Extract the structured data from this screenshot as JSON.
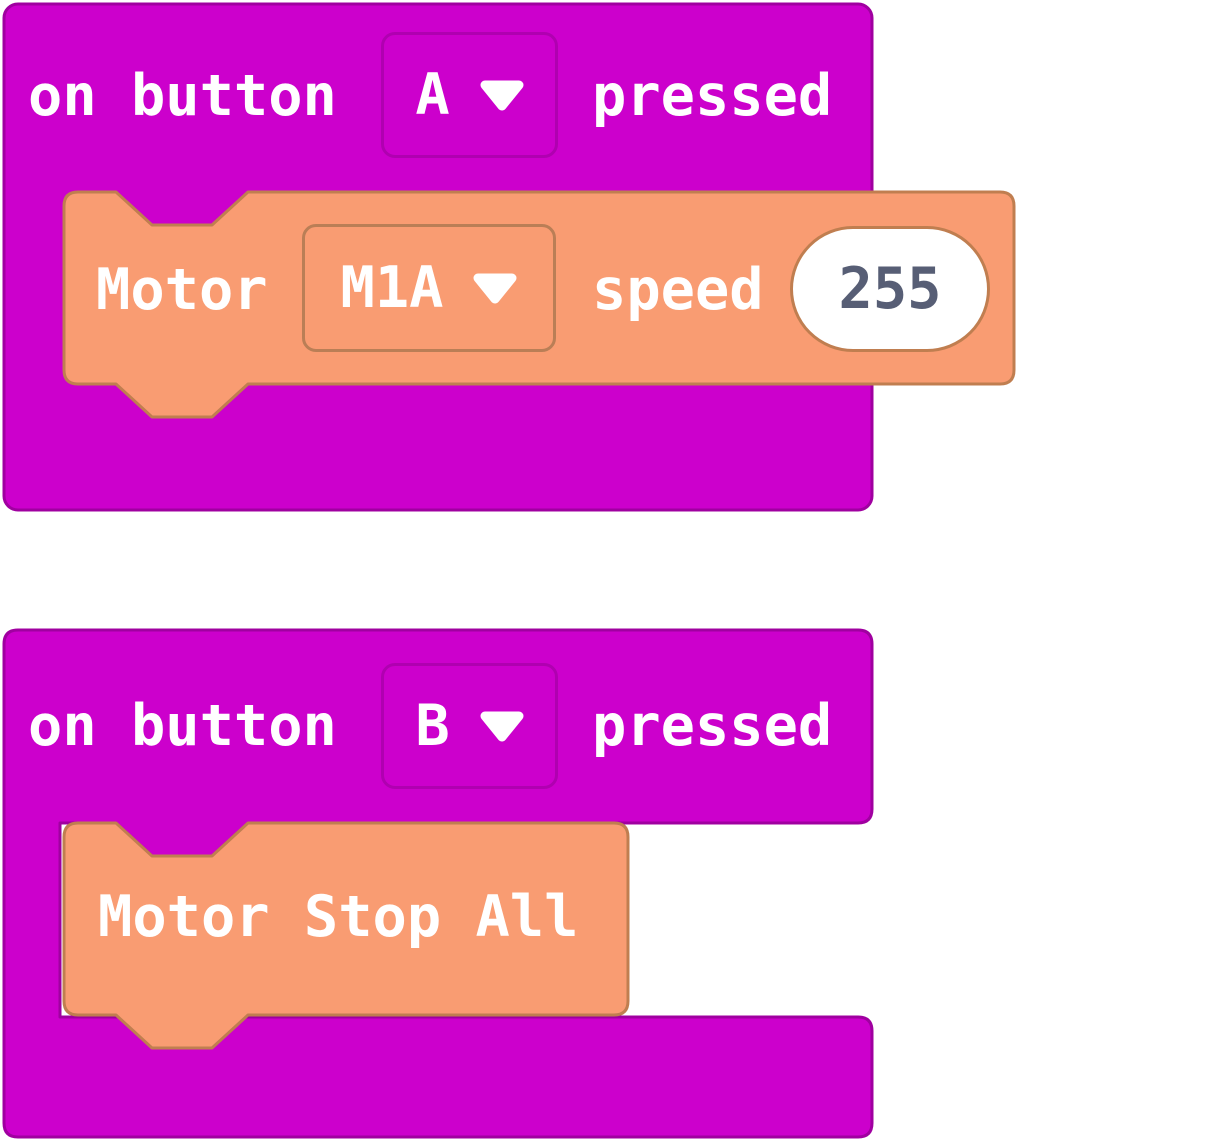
{
  "app": "block-editor-workspace",
  "colors": {
    "event_block_fill": "#cc00cc",
    "event_block_border": "#a000a0",
    "motor_block_fill": "#f99c72",
    "motor_block_border": "#c07e50",
    "value_text": "#575e75",
    "label_text": "#ffffff"
  },
  "blocks": {
    "stack1": {
      "event": {
        "prefix": "on button",
        "dropdown_value": "A",
        "suffix": "pressed"
      },
      "action": {
        "label": "Motor",
        "motor_dropdown_value": "M1A",
        "speed_label": "speed",
        "speed_value": "255"
      }
    },
    "stack2": {
      "event": {
        "prefix": "on button",
        "dropdown_value": "B",
        "suffix": "pressed"
      },
      "action": {
        "label": "Motor Stop All"
      }
    }
  }
}
